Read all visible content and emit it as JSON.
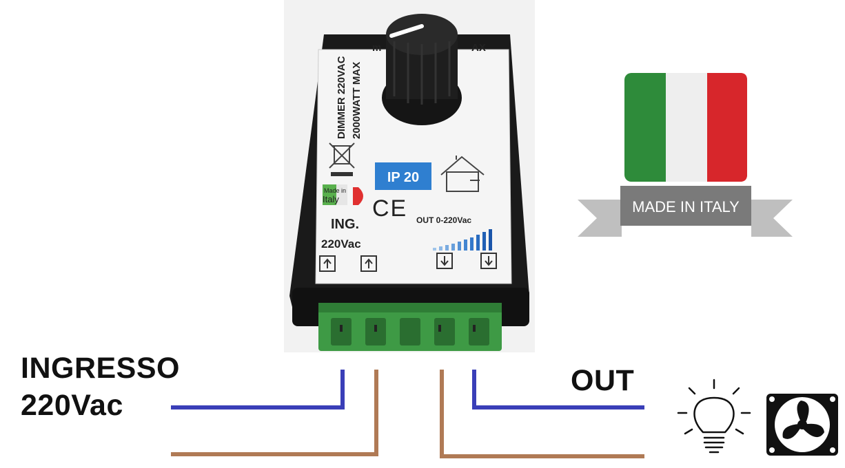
{
  "labels": {
    "input_line1": "INGRESSO",
    "input_line2": "220Vac",
    "output": "OUT"
  },
  "device": {
    "brand_partial": "m",
    "brand_partial_end": "AX",
    "title_line1": "DIMMER 220VAC",
    "title_line2": "2000WATT MAX",
    "ip_rating": "IP 20",
    "ce_mark": "CE",
    "made_in_line1": "Made in",
    "made_in_line2": "Italy",
    "ing_label": "ING.",
    "ing_voltage": "220Vac",
    "out_label": "OUT 0-220Vac"
  },
  "badge": {
    "made_in_italy": "MADE IN ITALY"
  },
  "icons": [
    "weee-bin-icon",
    "house-icon",
    "ramp-bars-icon",
    "arrow-up-icon",
    "arrow-down-icon",
    "light-bulb-icon",
    "fan-icon"
  ],
  "colors": {
    "wire_blue": "#3a3fb8",
    "wire_brown": "#b07a55",
    "terminal_green": "#3e9a45",
    "ip_blue": "#2f7fd0",
    "flag_green": "#2e8b3a",
    "flag_red": "#d7262b"
  }
}
